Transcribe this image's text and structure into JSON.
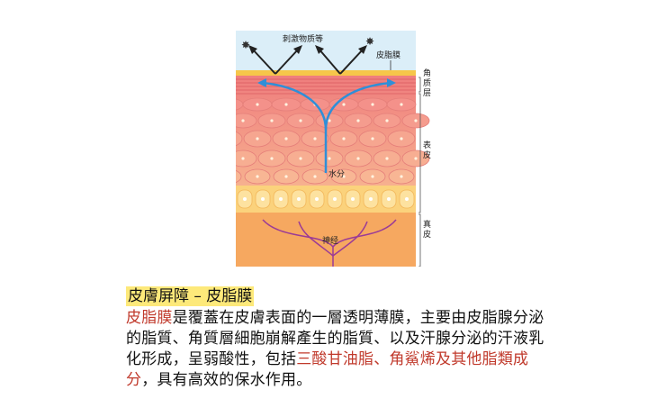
{
  "figure": {
    "top_label": "刺激物质等",
    "sebum_label": "皮脂膜",
    "water_label": "水分",
    "nerve_label": "神经",
    "layer_stratum_corneum": "角质层",
    "layer_epidermis": "表皮",
    "layer_dermis": "真皮"
  },
  "caption": {
    "title": "皮膚屏障 – 皮脂膜",
    "term": "皮脂膜",
    "text_1": "是覆蓋在皮膚表面的一層透明薄膜，主要由皮脂腺分泌的脂質、角質層細胞崩解產生的脂質、以及汗腺分泌的汗液乳化形成，呈弱酸性，包括",
    "components": "三酸甘油脂、角鯊烯及其他脂類成分",
    "text_2": "，具有高效的保水作用。"
  },
  "colors": {
    "sky": "#dbeef8",
    "sebum": "#f6c64a",
    "epidermis_top": "#f08a84",
    "epidermis_bottom": "#f7b08f",
    "basal": "#fbd27c",
    "dermis": "#f6a860",
    "nerve": "#9b3b96",
    "arrow_water": "#2f8fd8",
    "highlight": "#fde97a",
    "emphasis": "#c0392b"
  }
}
